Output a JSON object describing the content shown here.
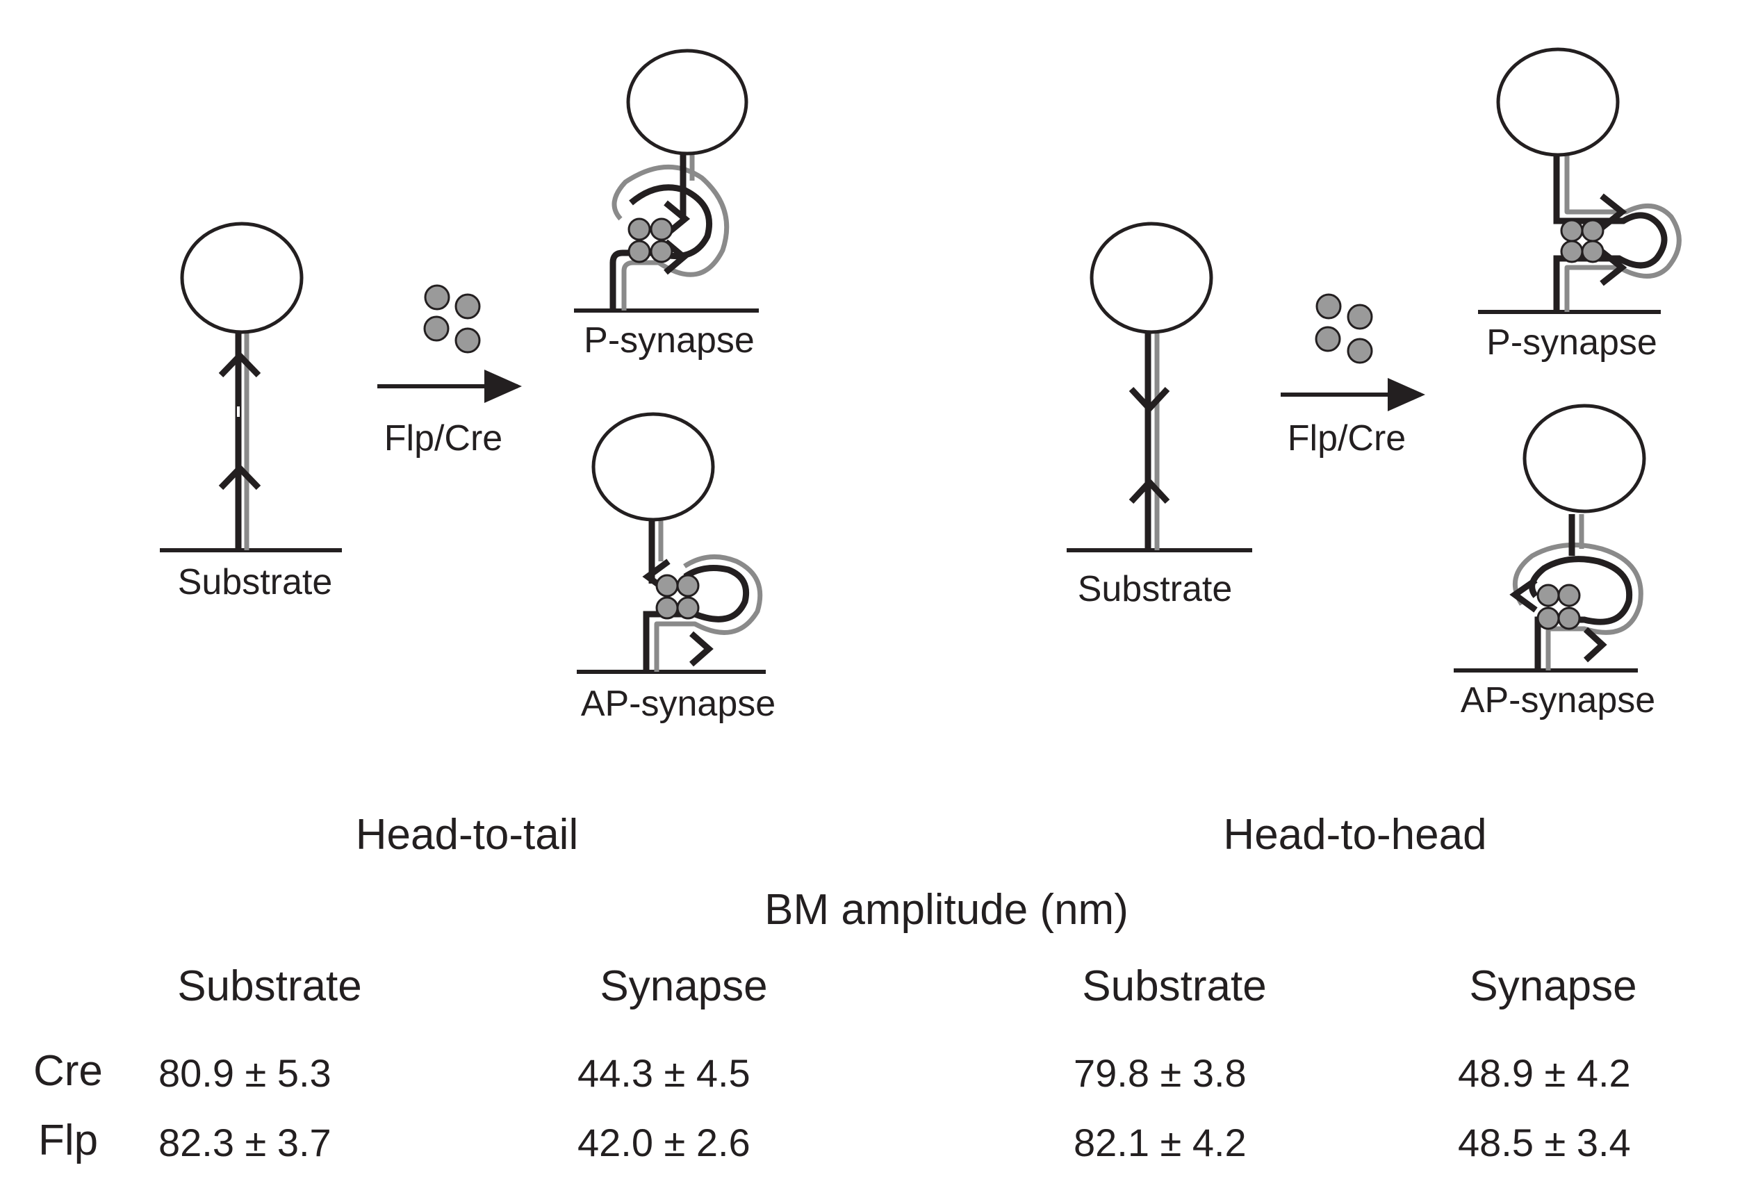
{
  "left_panel": {
    "substrate_label": "Substrate",
    "arrow_label": "Flp/Cre",
    "p_synapse_label": "P-synapse",
    "ap_synapse_label": "AP-synapse",
    "caption": "Head-to-tail"
  },
  "right_panel": {
    "substrate_label": "Substrate",
    "arrow_label": "Flp/Cre",
    "p_synapse_label": "P-synapse",
    "ap_synapse_label": "AP-synapse",
    "caption": "Head-to-head"
  },
  "table": {
    "title": "BM amplitude (nm)",
    "headers": [
      "Substrate",
      "Synapse",
      "Substrate",
      "Synapse"
    ],
    "rows": [
      {
        "label": "Cre",
        "values": [
          "80.9 ± 5.3",
          "44.3 ± 4.5",
          "79.8 ± 3.8",
          "48.9 ± 4.2"
        ]
      },
      {
        "label": "Flp",
        "values": [
          "82.3 ± 3.7",
          "42.0 ± 2.6",
          "82.1 ± 4.2",
          "48.5 ± 3.4"
        ]
      }
    ]
  },
  "colors": {
    "dna_black": "#231f20",
    "dna_gray": "#8a8a8a",
    "protein_gray": "#9a9a9a"
  }
}
